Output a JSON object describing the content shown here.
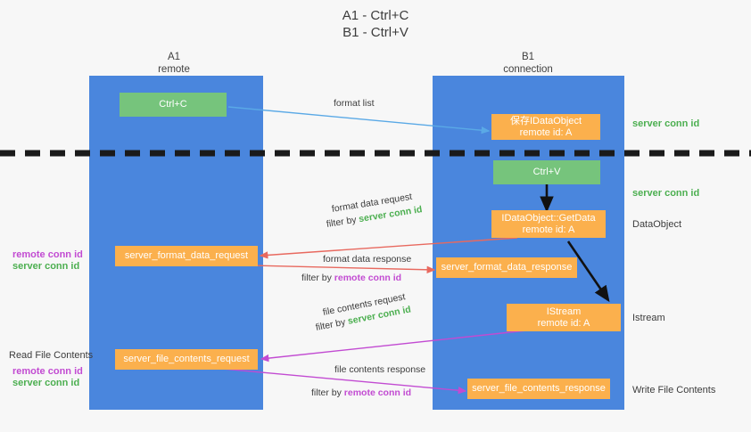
{
  "title": {
    "line1": "A1 - Ctrl+C",
    "line2": "B1 - Ctrl+V"
  },
  "columns": [
    {
      "name": "A1",
      "sub": "remote"
    },
    {
      "name": "B1",
      "sub": "connection"
    }
  ],
  "colors": {
    "lane": "#4a86dd",
    "green_box": "#76c47c",
    "orange_box": "#fbb04d",
    "server_conn": "#4caf50",
    "remote_conn": "#c24bd2",
    "divider": "#1a1a1a",
    "arrow_blue": "#5aa9e6",
    "arrow_red": "#e8695f",
    "arrow_magenta": "#c24bd2",
    "arrow_black": "#111111"
  },
  "boxes": [
    {
      "id": "ctrl-c",
      "label": "Ctrl+C",
      "sub": "",
      "style": "green"
    },
    {
      "id": "save-idataobject",
      "label": "保存IDataObject",
      "sub": "remote id: A",
      "style": "orange"
    },
    {
      "id": "ctrl-v",
      "label": "Ctrl+V",
      "sub": "",
      "style": "green"
    },
    {
      "id": "idataobject-getdata",
      "label": "IDataObject::GetData",
      "sub": "remote id: A",
      "style": "orange"
    },
    {
      "id": "server-format-data-request",
      "label": "server_format_data_request",
      "sub": "",
      "style": "orange"
    },
    {
      "id": "server-format-data-response",
      "label": "server_format_data_response",
      "sub": "",
      "style": "orange"
    },
    {
      "id": "istream",
      "label": "IStream",
      "sub": "remote id: A",
      "style": "orange"
    },
    {
      "id": "server-file-contents-request",
      "label": "server_file_contents_request",
      "sub": "",
      "style": "orange"
    },
    {
      "id": "server-file-contents-response",
      "label": "server_file_contents_response",
      "sub": "",
      "style": "orange"
    }
  ],
  "edge_labels": {
    "format_list": "format list",
    "format_data_request": "format data request",
    "format_data_request_filter_prefix": "filter by ",
    "format_data_request_filter_value": "server conn id",
    "format_data_response": "format data response",
    "format_data_response_filter_prefix": "filter by ",
    "format_data_response_filter_value": "remote conn id",
    "file_contents_request": "file contents request",
    "file_contents_request_filter_prefix": "filter by ",
    "file_contents_request_filter_value": "server conn id",
    "file_contents_response": "file contents response",
    "file_contents_response_filter_prefix": "filter by ",
    "file_contents_response_filter_value": "remote conn id"
  },
  "annotations": {
    "server_conn_id_top": "server conn id",
    "server_conn_id_second": "server conn id",
    "dataobject": "DataObject",
    "istream": "Istream",
    "write_file_contents": "Write File Contents",
    "read_file_contents": "Read File Contents",
    "left_remote_conn_id_1": "remote conn id",
    "left_server_conn_id_1": "server conn id",
    "left_remote_conn_id_2": "remote conn id",
    "left_server_conn_id_2": "server conn id"
  }
}
